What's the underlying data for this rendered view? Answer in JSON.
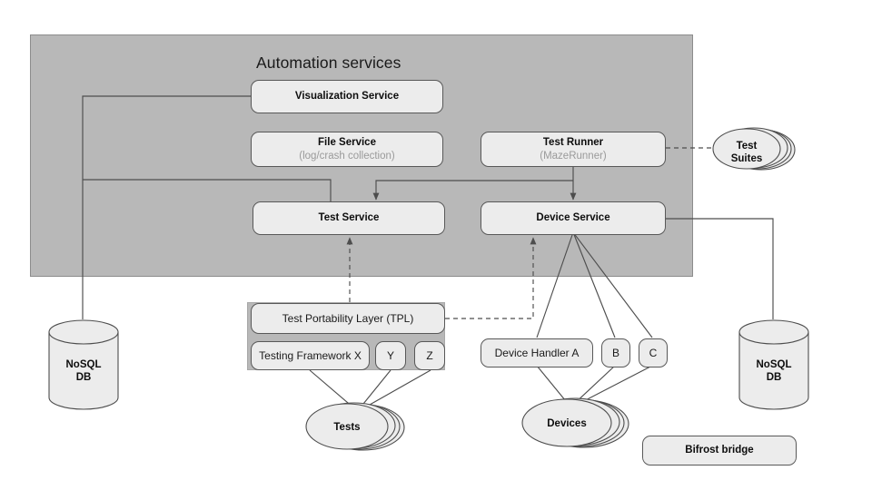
{
  "diagram": {
    "title": "Automation services",
    "colors": {
      "group_fill": "#b8b8b8",
      "group_stroke": "#8c8c8c",
      "node_fill": "#ececec",
      "node_stroke": "#585858",
      "line": "#4d4d4d",
      "subtext": "#9a9a9a",
      "page_bg": "#ffffff"
    },
    "nodes": {
      "visualization_service": {
        "label": "Visualization Service",
        "sub": ""
      },
      "file_service": {
        "label": "File Service",
        "sub": "(log/crash collection)"
      },
      "test_runner": {
        "label": "Test Runner",
        "sub": "(MazeRunner)"
      },
      "test_service": {
        "label": "Test Service",
        "sub": ""
      },
      "device_service": {
        "label": "Device Service",
        "sub": ""
      },
      "tpl": {
        "label": "Test Portability Layer (TPL)",
        "sub": ""
      },
      "framework_x": {
        "label": "Testing Framework X",
        "sub": ""
      },
      "framework_y": {
        "label": "Y",
        "sub": ""
      },
      "framework_z": {
        "label": "Z",
        "sub": ""
      },
      "device_handler_a": {
        "label": "Device Handler A",
        "sub": ""
      },
      "device_handler_b": {
        "label": "B",
        "sub": ""
      },
      "device_handler_c": {
        "label": "C",
        "sub": ""
      },
      "bifrost_bridge": {
        "label": "Bifrost bridge",
        "sub": ""
      },
      "test_suites": {
        "label": "Test\nSuites",
        "line1": "Test",
        "line2": "Suites"
      },
      "tests": {
        "label": "Tests",
        "line1": "Tests",
        "line2": ""
      },
      "devices": {
        "label": "Devices",
        "line1": "Devices",
        "line2": ""
      },
      "nosql_db_left": {
        "line1": "NoSQL",
        "line2": "DB"
      },
      "nosql_db_right": {
        "line1": "NoSQL",
        "line2": "DB"
      }
    }
  }
}
